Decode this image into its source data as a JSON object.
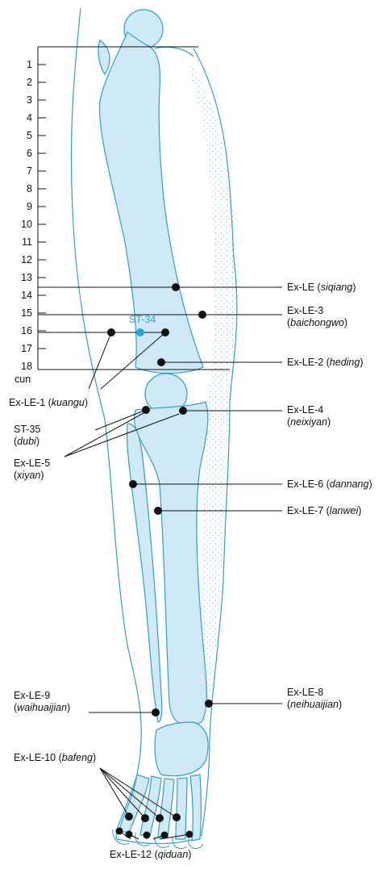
{
  "colors": {
    "bone_fill": "#cfe9f6",
    "bone_stroke": "#2f9fd2",
    "dot": "#111111",
    "st34": "#2aa3dc",
    "line": "#111111"
  },
  "scale": {
    "ticks": [
      "1",
      "2",
      "3",
      "4",
      "5",
      "6",
      "7",
      "8",
      "9",
      "10",
      "11",
      "12",
      "13",
      "14",
      "15",
      "16",
      "17",
      "18"
    ],
    "unit": "cun"
  },
  "labels": {
    "st34": "ST-34",
    "ex_le": {
      "code": "Ex-LE",
      "name": "siqiang"
    },
    "ex_le_3": {
      "code": "Ex-LE-3",
      "name": "baichongwo"
    },
    "ex_le_2": {
      "code": "Ex-LE-2",
      "name": "heding"
    },
    "ex_le_1": {
      "code": "Ex-LE-1",
      "name": "kuangu"
    },
    "ex_le_4": {
      "code": "Ex-LE-4",
      "name": "neixiyan"
    },
    "st35": {
      "code": "ST-35",
      "name": "dubi"
    },
    "ex_le_5": {
      "code": "Ex-LE-5",
      "name": "xiyan"
    },
    "ex_le_6": {
      "code": "Ex-LE-6",
      "name": "dannang"
    },
    "ex_le_7": {
      "code": "Ex-LE-7",
      "name": "lanwei"
    },
    "ex_le_9": {
      "code": "Ex-LE-9",
      "name": "waihuaijian"
    },
    "ex_le_8": {
      "code": "Ex-LE-8",
      "name": "neihuaijian"
    },
    "ex_le_10": {
      "code": "Ex-LE-10",
      "name": "bafeng"
    },
    "ex_le_12": {
      "code": "Ex-LE-12",
      "name": "qiduan"
    }
  }
}
